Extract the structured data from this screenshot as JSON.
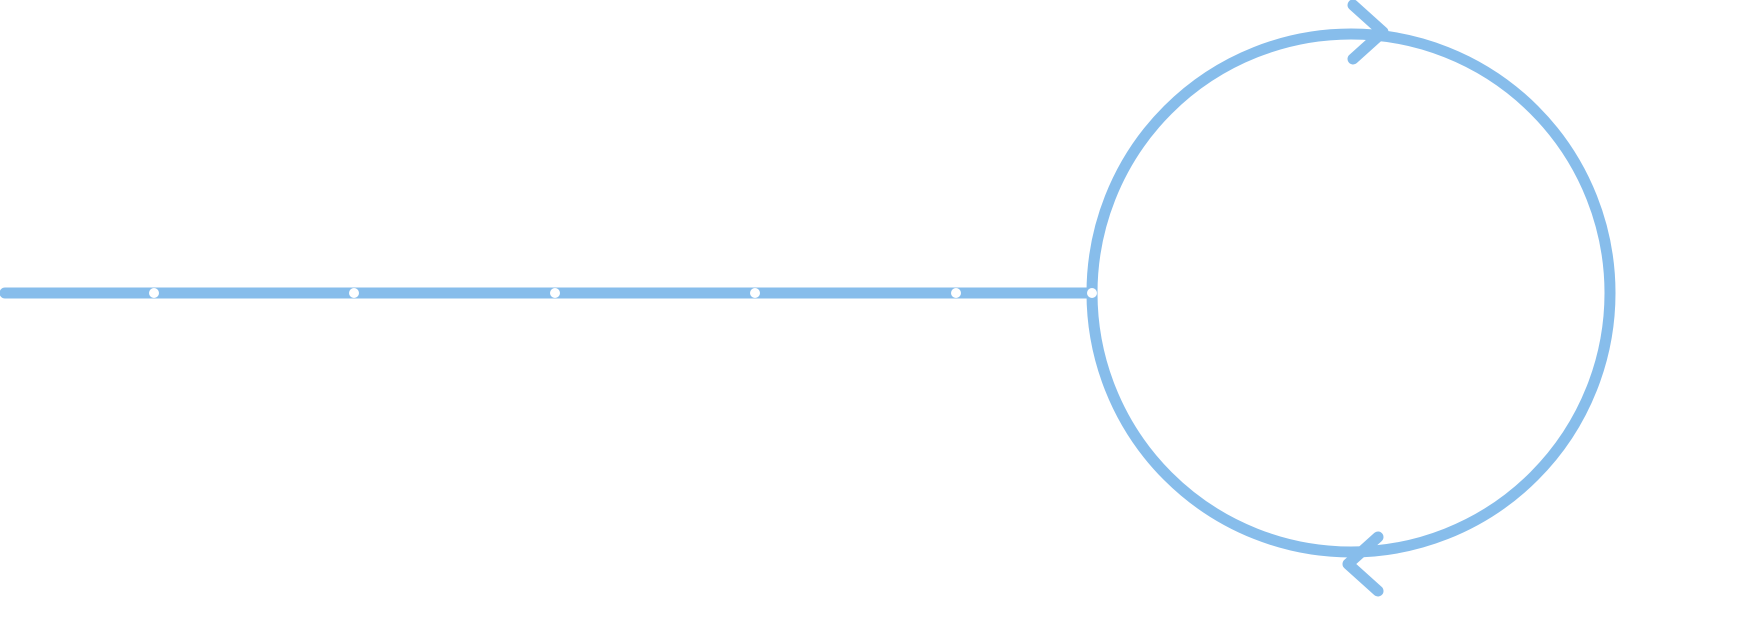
{
  "diagram": {
    "colors": {
      "line": "#87bdeb",
      "node": "#ffffff",
      "background": "#ffffff"
    },
    "line_node_count": 6,
    "loop_node_count": 2,
    "arrow_count": 2
  }
}
